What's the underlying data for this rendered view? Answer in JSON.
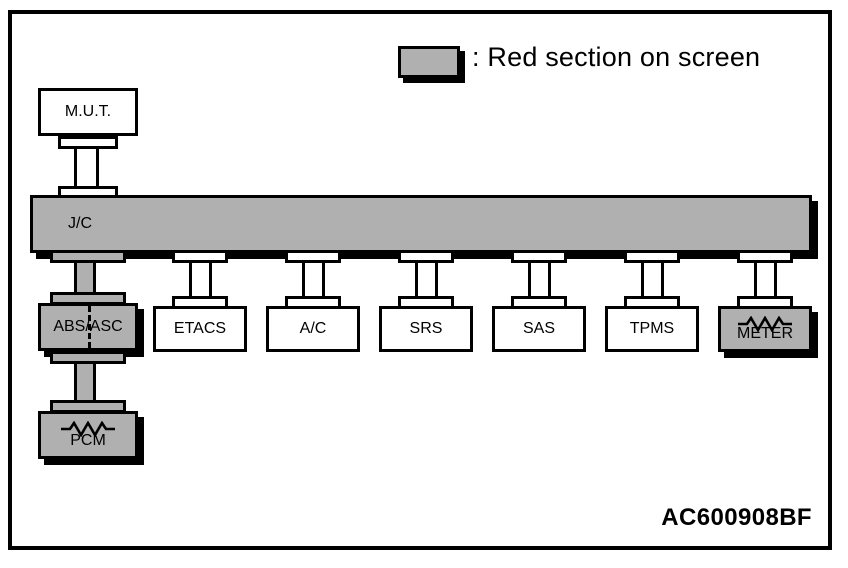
{
  "diagram": {
    "title": "CAN bus network configuration diagram",
    "reference_code": "AC600908BF",
    "colors": {
      "highlight_gray": "#b0b0b0",
      "line_black": "#000000",
      "background_white": "#ffffff"
    },
    "legend": {
      "swatch_name": "gray-swatch",
      "text": ": Red section on screen"
    },
    "bus": {
      "label": "J/C",
      "name": "junction-connector-bar",
      "highlighted": "no"
    },
    "tester": {
      "label": "M.U.T.",
      "name": "mut-tester-node",
      "highlighted": "no"
    },
    "nodes": [
      {
        "label": "ABS/ASC",
        "highlighted": "yes",
        "resistor": "no",
        "dashed_divider": "yes"
      },
      {
        "label": "ETACS",
        "highlighted": "no",
        "resistor": "no",
        "dashed_divider": "no"
      },
      {
        "label": "A/C",
        "highlighted": "no",
        "resistor": "no",
        "dashed_divider": "no"
      },
      {
        "label": "SRS",
        "highlighted": "no",
        "resistor": "no",
        "dashed_divider": "no"
      },
      {
        "label": "SAS",
        "highlighted": "no",
        "resistor": "no",
        "dashed_divider": "no"
      },
      {
        "label": "TPMS",
        "highlighted": "no",
        "resistor": "no",
        "dashed_divider": "no"
      },
      {
        "label": "METER",
        "highlighted": "yes",
        "resistor": "yes",
        "dashed_divider": "no"
      }
    ],
    "terminal_node": {
      "label": "PCM",
      "highlighted": "yes",
      "resistor": "yes"
    }
  }
}
